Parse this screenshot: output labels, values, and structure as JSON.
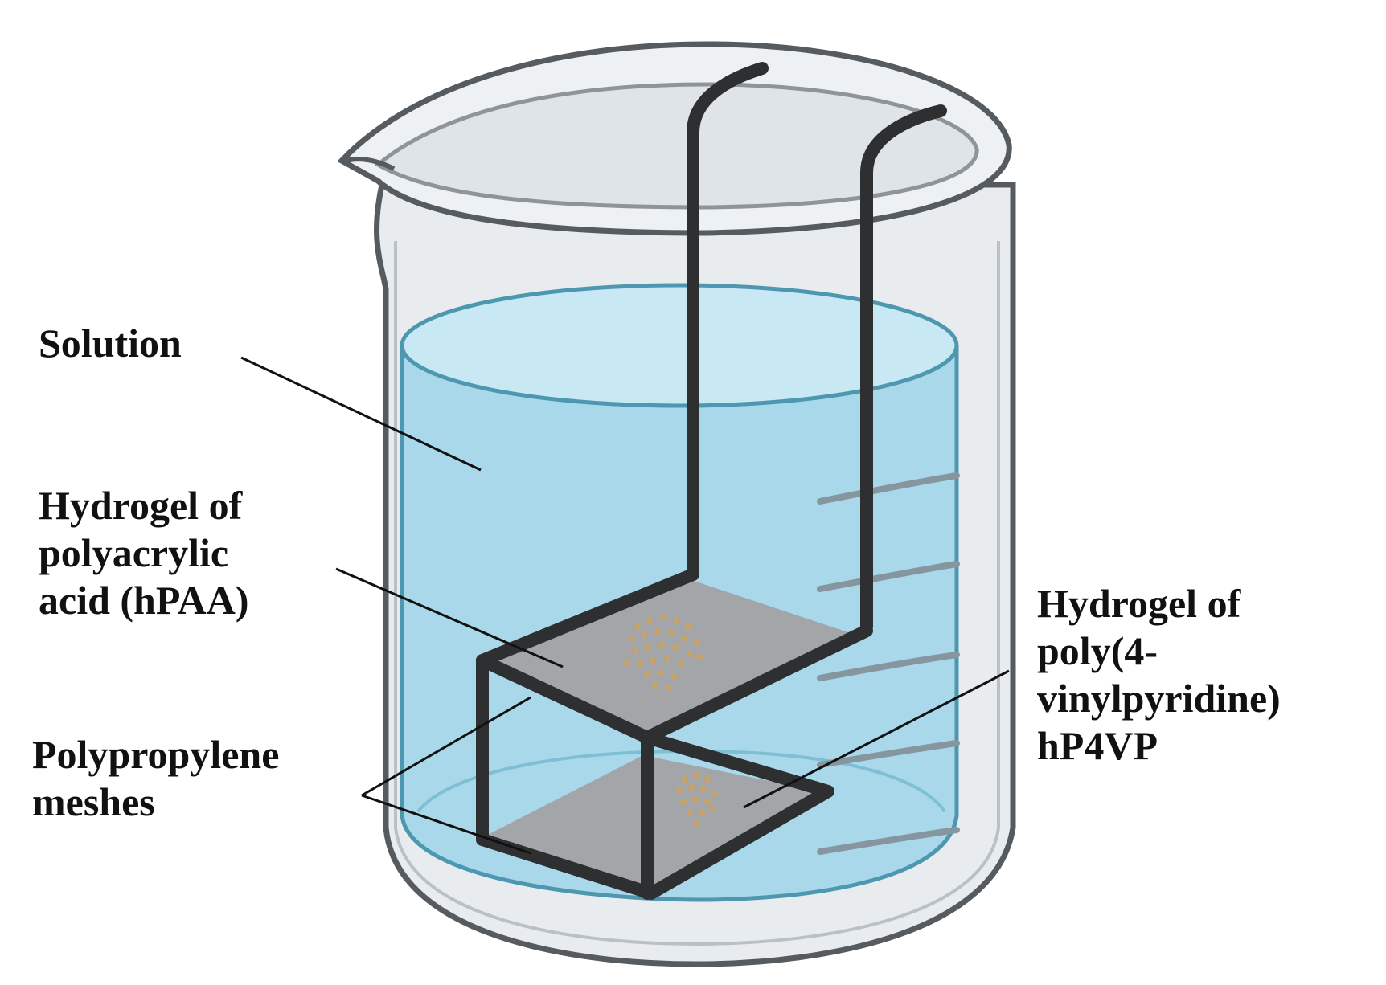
{
  "labels": {
    "solution": [
      "Solution"
    ],
    "hpaa": [
      "Hydrogel of",
      "polyacrylic",
      "acid (hPAA)"
    ],
    "meshes": [
      "Polypropylene",
      "meshes"
    ],
    "hp4vp": [
      "Hydrogel of",
      "poly(4-",
      "vinylpyridine)",
      "hP4VP"
    ]
  },
  "colors": {
    "solution": "#a9d8ea",
    "solution_edge": "#4d98b0",
    "glass": "#e6eaee",
    "glass_edge": "#555a5e",
    "frame": "#2e2f31",
    "mesh": "#a3a5a8",
    "particles": "#c6a36a"
  }
}
